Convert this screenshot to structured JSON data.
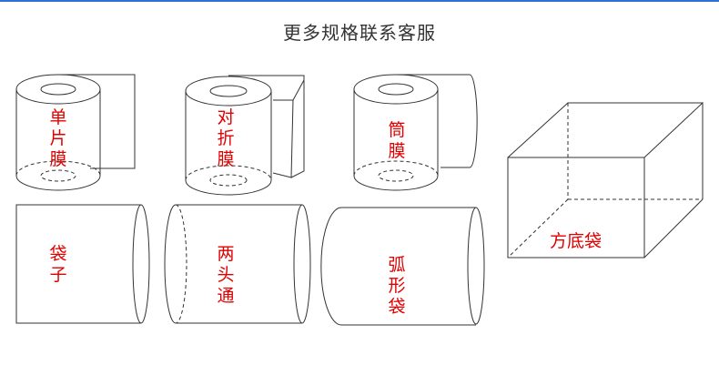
{
  "header": {
    "title": "更多规格联系客服"
  },
  "colors": {
    "label": "#e00000",
    "line": "#333333",
    "title": "#333333",
    "top_rule": "#2f6fd6"
  },
  "items": {
    "single_film": "单片膜",
    "folded_film": "对折膜",
    "tube_film": "筒膜",
    "square_bottom_bag": "方底袋",
    "bag": "袋子",
    "open_both_ends": "两头通",
    "arc_bag": "弧形袋"
  }
}
